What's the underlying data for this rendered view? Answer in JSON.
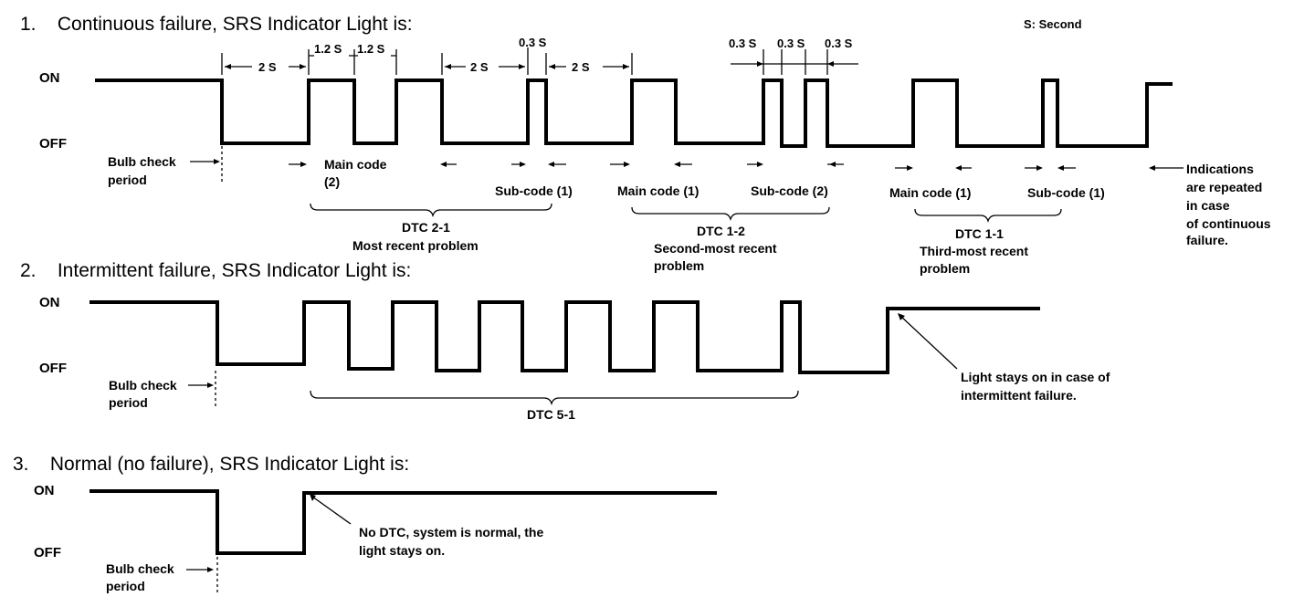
{
  "legend": "S: Second",
  "panel1": {
    "heading": "1.    Continuous failure, SRS Indicator Light is:",
    "on": "ON",
    "off": "OFF",
    "bulb_check": [
      "Bulb check",
      "period"
    ],
    "dims": {
      "two_s_a": "2 S",
      "one_two_a": "1.2 S",
      "one_two_b": "1.2 S",
      "two_s_b": "2 S",
      "zero_three_a": "0.3 S",
      "two_s_c": "2 S",
      "zero_three_b": "0.3 S",
      "zero_three_c": "0.3 S",
      "zero_three_d": "0.3 S"
    },
    "main_code_2": [
      "Main code",
      "(2)"
    ],
    "sub_code_1a": "Sub-code (1)",
    "main_code_1a": "Main code (1)",
    "sub_code_2": "Sub-code (2)",
    "main_code_1b": "Main code (1)",
    "sub_code_1b": "Sub-code (1)",
    "dtc_a": [
      "DTC 2-1",
      "Most recent problem"
    ],
    "dtc_b": [
      "DTC 1-2",
      "Second-most recent",
      "problem"
    ],
    "dtc_c": [
      "DTC 1-1",
      "Third-most recent",
      "problem"
    ],
    "repeat_note": [
      "Indications",
      "are repeated",
      "in case",
      "of continuous",
      "failure."
    ]
  },
  "panel2": {
    "heading": "2.    Intermittent failure, SRS Indicator Light is:",
    "on": "ON",
    "off": "OFF",
    "bulb_check": [
      "Bulb check",
      "period"
    ],
    "dtc": "DTC 5-1",
    "note": [
      "Light stays on in case of",
      "intermittent failure."
    ]
  },
  "panel3": {
    "heading": "3.    Normal (no failure), SRS Indicator Light is:",
    "on": "ON",
    "off": "OFF",
    "bulb_check": [
      "Bulb check",
      "period"
    ],
    "note": [
      "No DTC, system is normal, the",
      "light stays on."
    ]
  }
}
